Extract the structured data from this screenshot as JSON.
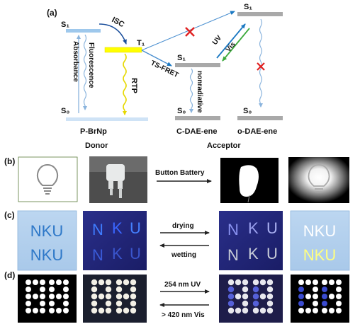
{
  "panel_a": {
    "tag": "(a)",
    "donor": {
      "s1": "S₁",
      "s0": "S₀",
      "t1": "T₁",
      "isc": "ISC",
      "absorbance": "Absorbance",
      "fluorescence": "Fluorescence",
      "rtp": "RTP",
      "molecule": "P-BrNp",
      "role": "Donor"
    },
    "transfer": "TS-FRET",
    "acceptor": {
      "c_s1": "S₁",
      "c_s0": "S₀",
      "c_name": "C-DAE-ene",
      "nonradiative": "nonradiative",
      "o_s1": "S₁",
      "o_s0": "S₀",
      "o_name": "o-DAE-ene",
      "uv": "UV",
      "vis": "Vis",
      "role": "Acceptor"
    },
    "colors": {
      "level": "#a9a9a9",
      "donor_s": "#9ec8ec",
      "triplet": "#ffff00",
      "isc": "#1b4f9c",
      "blocked": "#e02020",
      "uv": "#1a78c2",
      "vis": "#3caa3c"
    }
  },
  "panel_b": {
    "tag": "(b)",
    "arrow_label": "Button Battery"
  },
  "panel_c": {
    "tag": "(c)",
    "left_box_lines": [
      "NKU",
      "NKU"
    ],
    "photo_left_letters": [
      "N",
      "K",
      "U",
      "N",
      "K",
      "U"
    ],
    "arrow_top": "drying",
    "arrow_bottom": "wetting",
    "photo_right_letters": [
      "N",
      "K",
      "U",
      "N",
      "K",
      "U"
    ],
    "right_box_lines": [
      "NKU",
      "NKU"
    ]
  },
  "panel_d": {
    "tag": "(d)",
    "arrow_top": "254 nm UV",
    "arrow_bottom": "> 420 nm Vis"
  }
}
